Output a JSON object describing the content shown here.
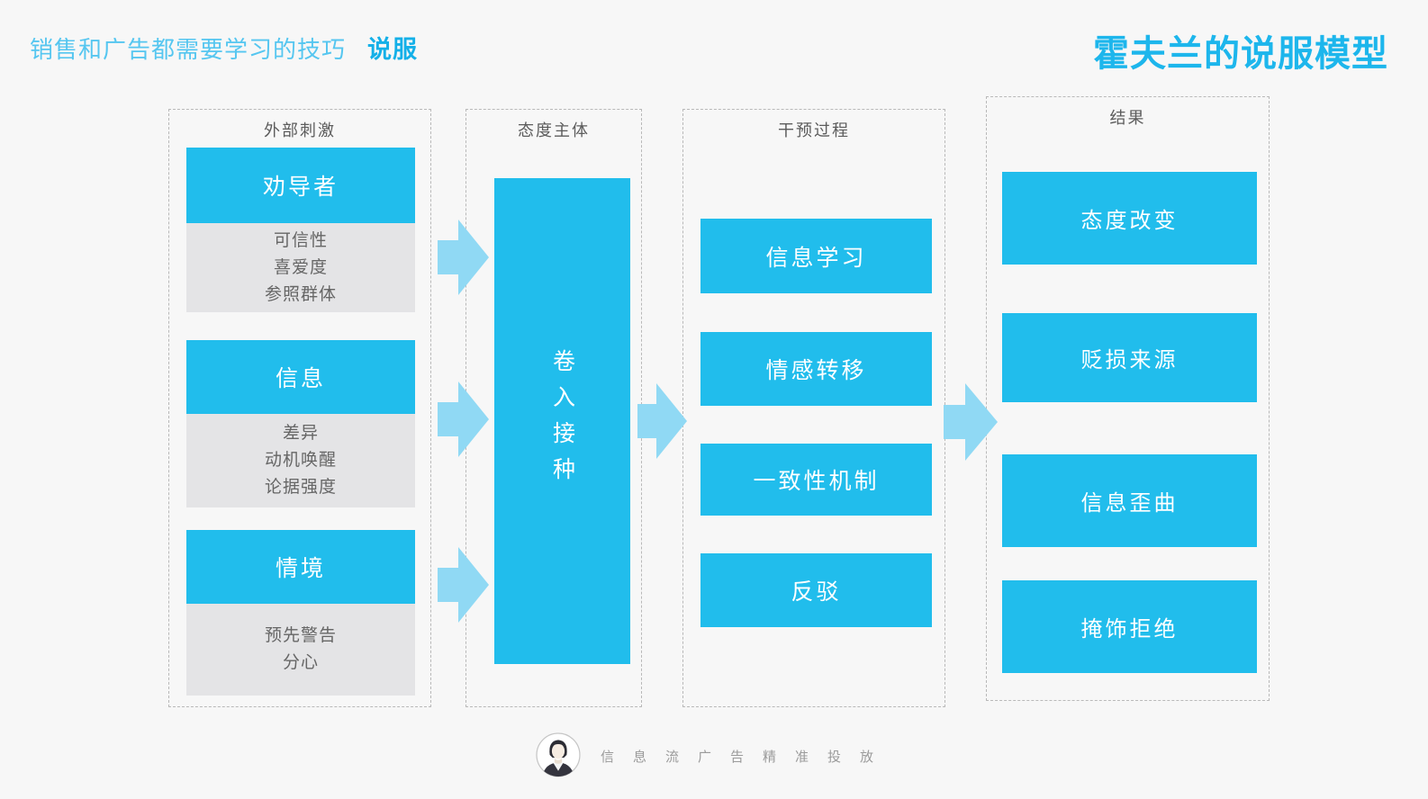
{
  "header": {
    "subtitle": "销售和广告都需要学习的技巧",
    "subtitle_highlight": "说服",
    "title": "霍夫兰的说服模型"
  },
  "colors": {
    "accent_blue": "#21bdec",
    "arrow_blue": "#90d9f4",
    "panel_gray": "#e4e4e6",
    "background": "#f7f7f7",
    "title_blue": "#1db6ec",
    "subtitle_blue": "#55c6f0"
  },
  "columns": [
    {
      "header": "外部刺激",
      "groups": [
        {
          "label": "劝导者",
          "details": [
            "可信性",
            "喜爱度",
            "参照群体"
          ]
        },
        {
          "label": "信息",
          "details": [
            "差异",
            "动机唤醒",
            "论据强度"
          ]
        },
        {
          "label": "情境",
          "details": [
            "预先警告",
            "分心"
          ]
        }
      ]
    },
    {
      "header": "态度主体",
      "vertical_label": "卷入接种"
    },
    {
      "header": "干预过程",
      "items": [
        "信息学习",
        "情感转移",
        "一致性机制",
        "反驳"
      ]
    },
    {
      "header": "结果",
      "items": [
        "态度改变",
        "贬损来源",
        "信息歪曲",
        "掩饰拒绝"
      ]
    }
  ],
  "footer": {
    "watermark": "信息流广告精准投放"
  }
}
